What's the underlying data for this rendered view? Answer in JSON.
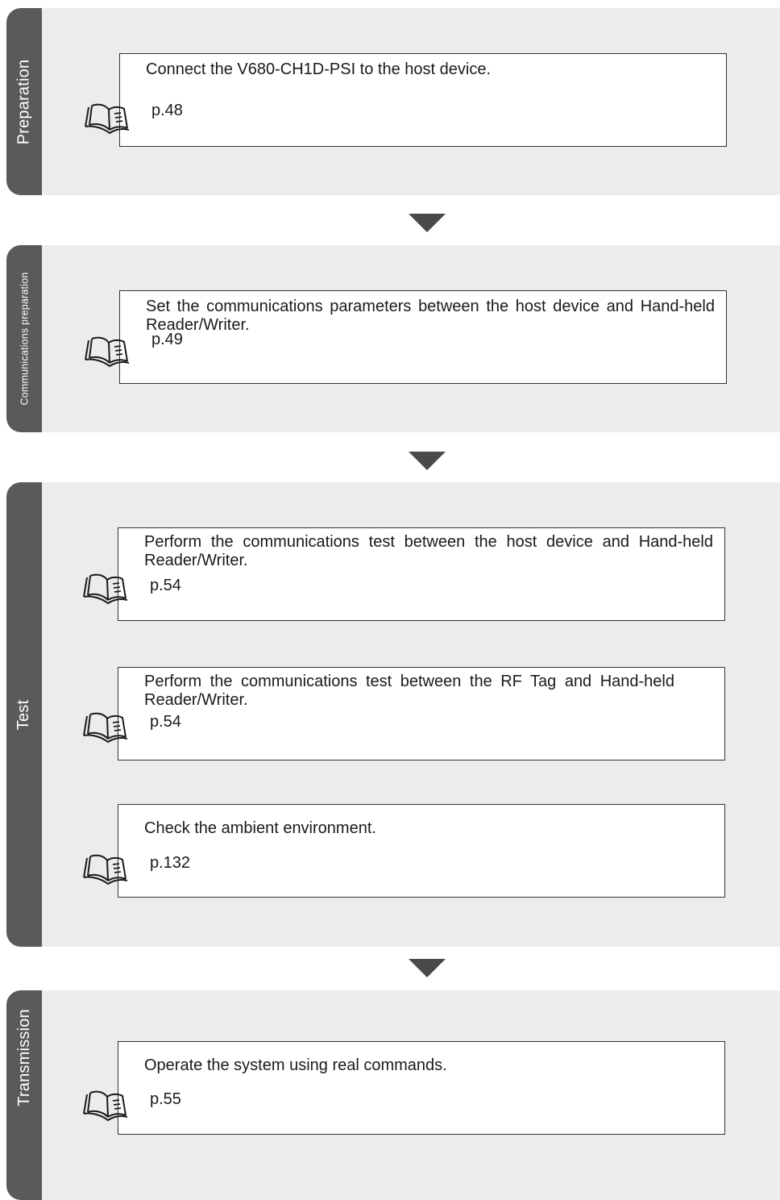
{
  "stages": [
    {
      "label": "Preparation",
      "steps": [
        {
          "text": "Connect the V680-CH1D-PSI to the host device.",
          "page_ref": "p.48"
        }
      ]
    },
    {
      "label": "Communications preparation",
      "steps": [
        {
          "text": "Set the communications parameters between the host device and Hand-held Reader/Writer.",
          "page_ref": "p.49"
        }
      ]
    },
    {
      "label": "Test",
      "steps": [
        {
          "text": "Perform the communications test between the host device and Hand-held Reader/Writer.",
          "page_ref": "p.54"
        },
        {
          "text": "Perform the communications test between the RF Tag and Hand-held Reader/Writer.",
          "page_ref": "p.54"
        },
        {
          "text": "Check the ambient environment.",
          "page_ref": "p.132"
        }
      ]
    },
    {
      "label": "Transmission",
      "steps": [
        {
          "text": "Operate the system using real commands.",
          "page_ref": "p.55"
        }
      ]
    }
  ],
  "icons": {
    "reference": "open-book-icon",
    "flow": "down-arrow-icon"
  },
  "colors": {
    "stage_background": "#ececec",
    "stage_tab": "#5a5a5a",
    "arrow": "#4a4a4a"
  }
}
